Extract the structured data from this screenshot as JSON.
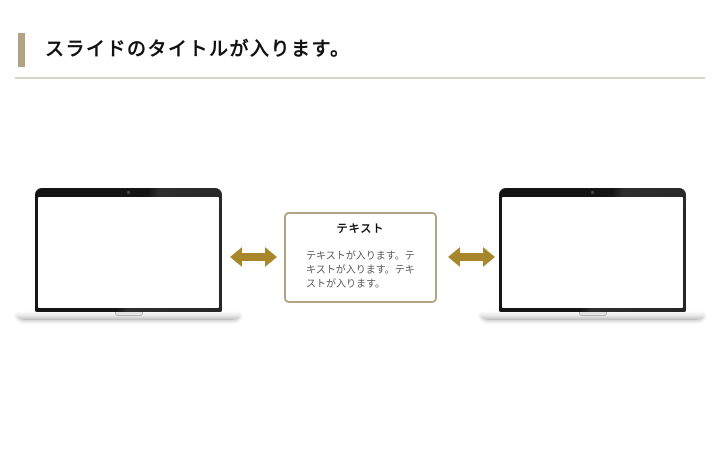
{
  "colors": {
    "accent": "#b1a384",
    "divider": "#dbd5c6",
    "arrow": "#a8872c",
    "title-text": "#111111",
    "body-text": "#595959",
    "laptop-dark": "#1a1a1a"
  },
  "header": {
    "title": "スライドのタイトルが入ります。"
  },
  "content": {
    "center_box": {
      "title": "テキスト",
      "body": "テキストが入ります。テキストが入ります。テキストが入ります。"
    },
    "icons": {
      "left_arrow": "double-headed-arrow-icon",
      "right_arrow": "double-headed-arrow-icon",
      "left_device": "laptop-illustration",
      "right_device": "laptop-illustration"
    }
  }
}
